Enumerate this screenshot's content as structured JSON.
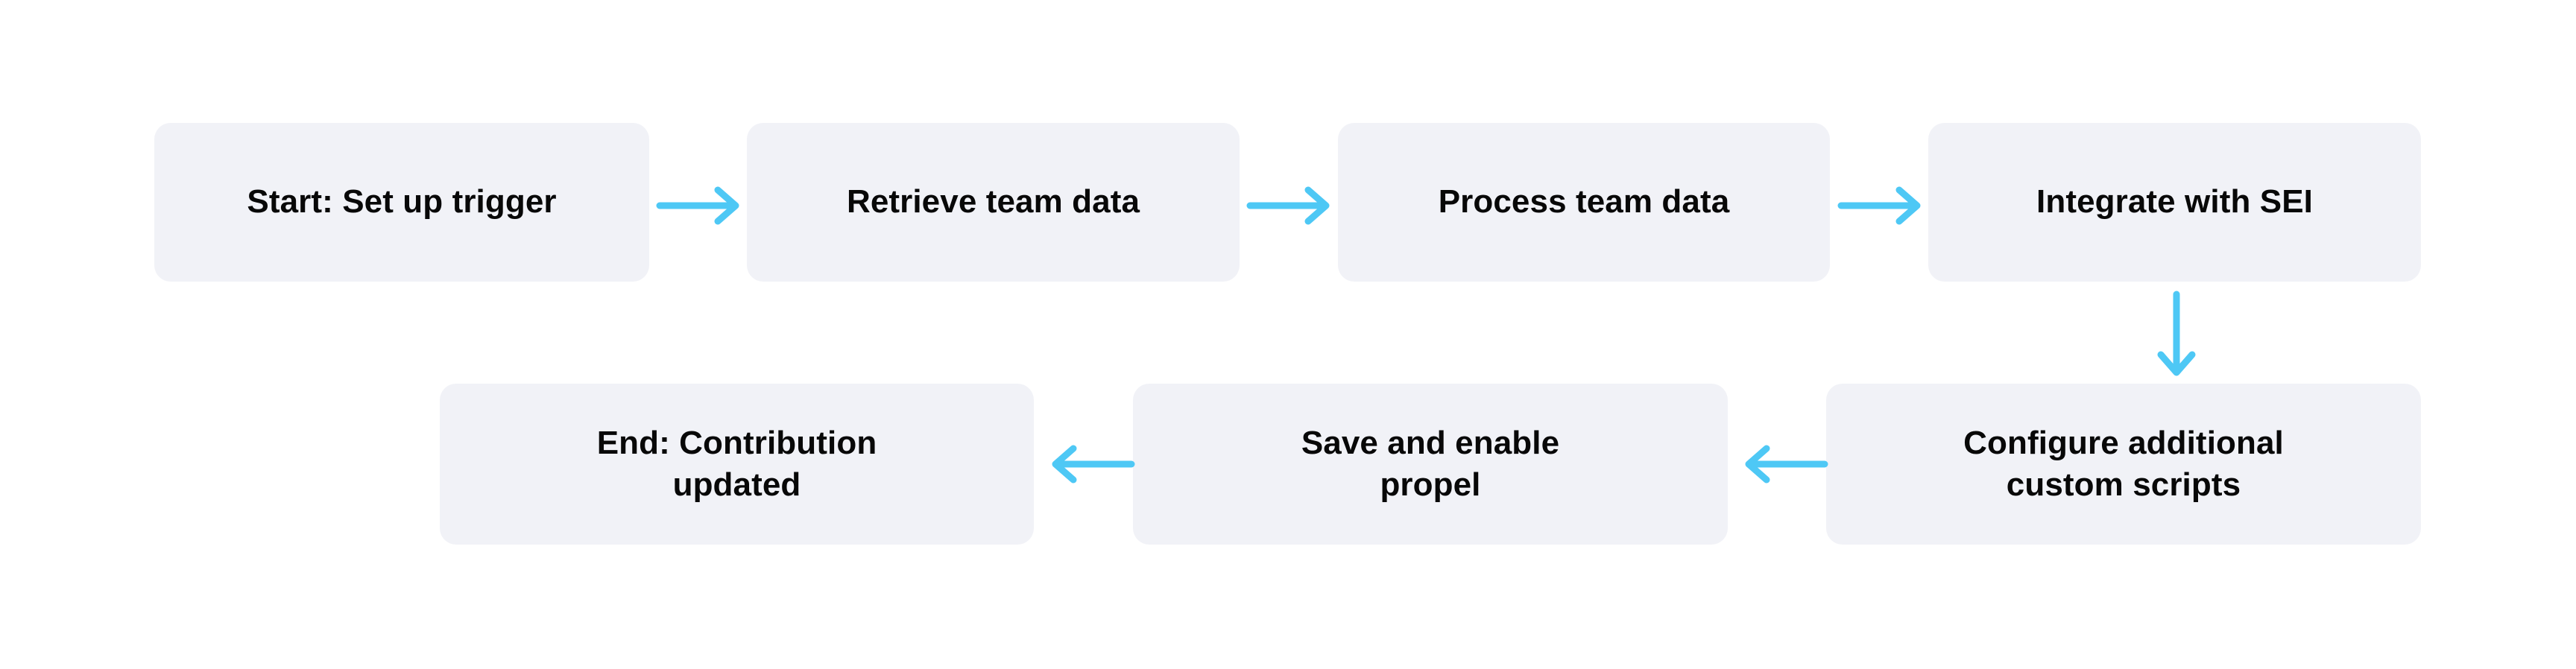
{
  "diagram": {
    "type": "flowchart",
    "orientation": "left-to-right, snaking",
    "background_color": "#FFFFFF",
    "node_fill_color": "#F1F2F7",
    "node_text_color": "#080808",
    "edge_color": "#4EC8F5",
    "nodes": [
      {
        "id": "n1",
        "label": "Start: Set up trigger",
        "row": 1,
        "order": 1
      },
      {
        "id": "n2",
        "label": "Retrieve team data",
        "row": 1,
        "order": 2
      },
      {
        "id": "n3",
        "label": "Process team data",
        "row": 1,
        "order": 3
      },
      {
        "id": "n4",
        "label": "Integrate with SEI",
        "row": 1,
        "order": 4
      },
      {
        "id": "n5",
        "label": "Configure additional\ncustom scripts",
        "row": 2,
        "order": 1
      },
      {
        "id": "n6",
        "label": "Save and enable\npropel",
        "row": 2,
        "order": 2
      },
      {
        "id": "n7",
        "label": "End: Contribution\nupdated",
        "row": 2,
        "order": 3
      }
    ],
    "edges": [
      {
        "id": "e1",
        "from": "n1",
        "to": "n2",
        "direction": "right"
      },
      {
        "id": "e2",
        "from": "n2",
        "to": "n3",
        "direction": "right"
      },
      {
        "id": "e3",
        "from": "n3",
        "to": "n4",
        "direction": "right"
      },
      {
        "id": "e4",
        "from": "n4",
        "to": "n5",
        "direction": "down"
      },
      {
        "id": "e5",
        "from": "n5",
        "to": "n6",
        "direction": "left"
      },
      {
        "id": "e6",
        "from": "n6",
        "to": "n7",
        "direction": "left"
      }
    ]
  }
}
